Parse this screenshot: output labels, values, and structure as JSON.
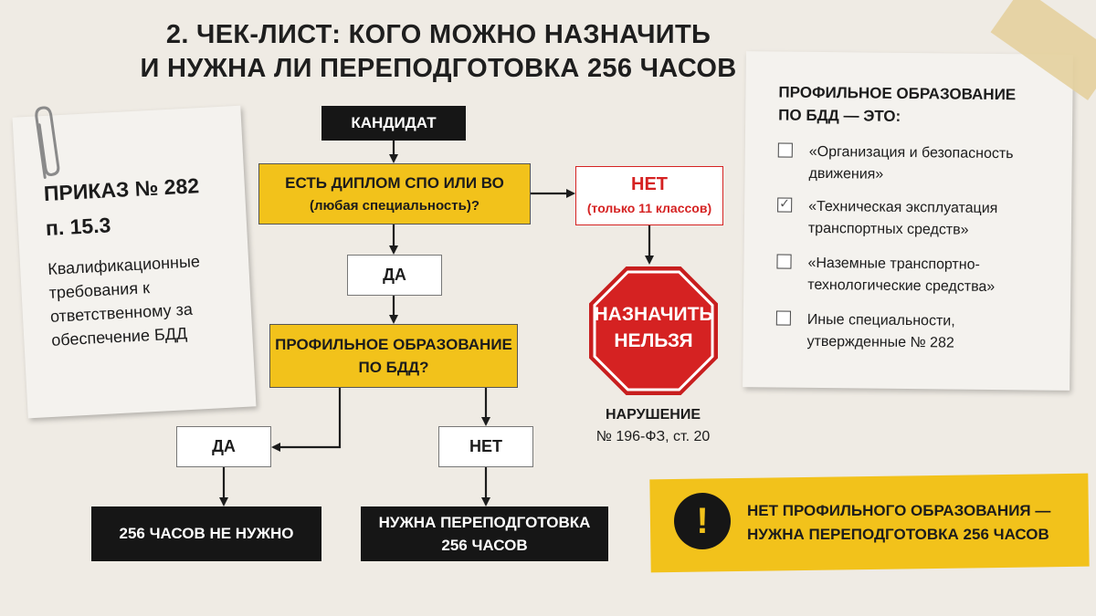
{
  "title": {
    "line1": "2. ЧЕК-ЛИСТ: КОГО МОЖНО НАЗНАЧИТЬ",
    "line2": "И НУЖНА ЛИ ПЕРЕПОДГОТОВКА 256 ЧАСОВ"
  },
  "order_note": {
    "order": "ПРИКАЗ № 282",
    "point": "п. 15.3",
    "requirements": "Квалификационные требования к ответственному за обеспечение БДД"
  },
  "flow": {
    "candidate": "КАНДИДАТ",
    "diploma_question": "ЕСТЬ ДИПЛОМ СПО ИЛИ ВО",
    "diploma_sub": "(любая специальность)?",
    "yes_1": "ДА",
    "profile_question_l1": "ПРОФИЛЬНОЕ ОБРАЗОВАНИЕ",
    "profile_question_l2": "ПО БДД?",
    "yes_2": "ДА",
    "no_2": "НЕТ",
    "result_not_needed": "256 ЧАСОВ НЕ НУЖНО",
    "result_needed_l1": "НУЖНА ПЕРЕПОДГОТОВКА",
    "result_needed_l2": "256 ЧАСОВ",
    "no_1": "НЕТ",
    "no_1_sub": "(только 11 классов)",
    "stop_l1": "НАЗНАЧИТЬ",
    "stop_l2": "НЕЛЬЗЯ",
    "violation_l1": "НАРУШЕНИЕ",
    "violation_l2": "№ 196-ФЗ, ст. 20"
  },
  "profile_note": {
    "header_l1": "ПРОФИЛЬНОЕ ОБРАЗОВАНИЕ",
    "header_l2": "ПО БДД — ЭТО:",
    "items": [
      {
        "text": "«Организация и безопасность движения»",
        "checked": false
      },
      {
        "text": "«Техническая эксплуатация транспортных средств»",
        "checked": true
      },
      {
        "text": "«Наземные транспортно-технологические средства»",
        "checked": false
      },
      {
        "text": "Иные специальности, утвержденные № 282",
        "checked": false
      }
    ]
  },
  "warning": {
    "symbol": "!",
    "line1": "НЕТ ПРОФИЛЬНОГО ОБРАЗОВАНИЯ —",
    "line2": "НУЖНА ПЕРЕПОДГОТОВКА 256 ЧАСОВ"
  },
  "colors": {
    "accent_yellow": "#f2c21b",
    "stop_red": "#d52222",
    "dark": "#161616"
  }
}
